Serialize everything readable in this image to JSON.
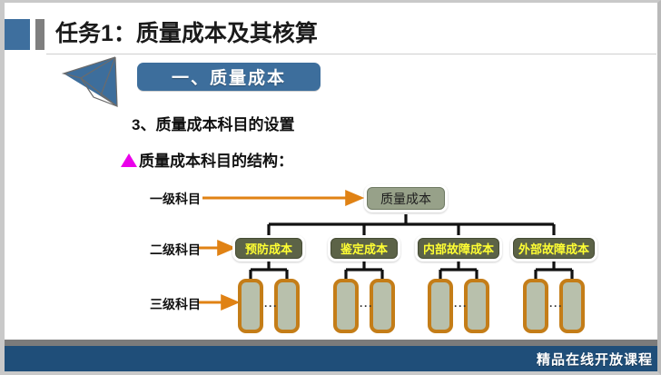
{
  "slide": {
    "title": "任务1：质量成本及其核算",
    "section_pill": "一、质量成本",
    "heading_numbered": "3、质量成本科目的设置",
    "heading_bulleted": "质量成本科目的结构：",
    "footer": "精品在线开放课程"
  },
  "colors": {
    "title_accent_blue": "#3e6f9e",
    "title_accent_gray": "#7f7f7f",
    "pill_blue": "#3d6e9c",
    "marker_magenta": "#ea00ea",
    "node_root_green": "#97a189",
    "node_level2_green": "#5c6347",
    "node_level2_text": "#ffff33",
    "leaf_fill": "#b8c0ac",
    "leaf_border_orange": "#c47d18",
    "arrow_orange": "#e08214",
    "connector_black": "#111111",
    "footer_blue": "#1f4e79",
    "footer_gray": "#7b7b7b"
  },
  "diagram": {
    "level_labels": [
      {
        "text": "一级科目"
      },
      {
        "text": "二级科目"
      },
      {
        "text": "三级科目"
      }
    ],
    "root": {
      "text": "质量成本"
    },
    "level2": [
      {
        "text": "预防成本"
      },
      {
        "text": "鉴定成本"
      },
      {
        "text": "内部故障成本"
      },
      {
        "text": "外部故障成本"
      }
    ],
    "level3_group_separator": "···",
    "level3_groups": [
      {
        "boxes": [
          "",
          ""
        ]
      },
      {
        "boxes": [
          "",
          ""
        ]
      },
      {
        "boxes": [
          "",
          ""
        ]
      },
      {
        "boxes": [
          "",
          ""
        ]
      }
    ]
  }
}
